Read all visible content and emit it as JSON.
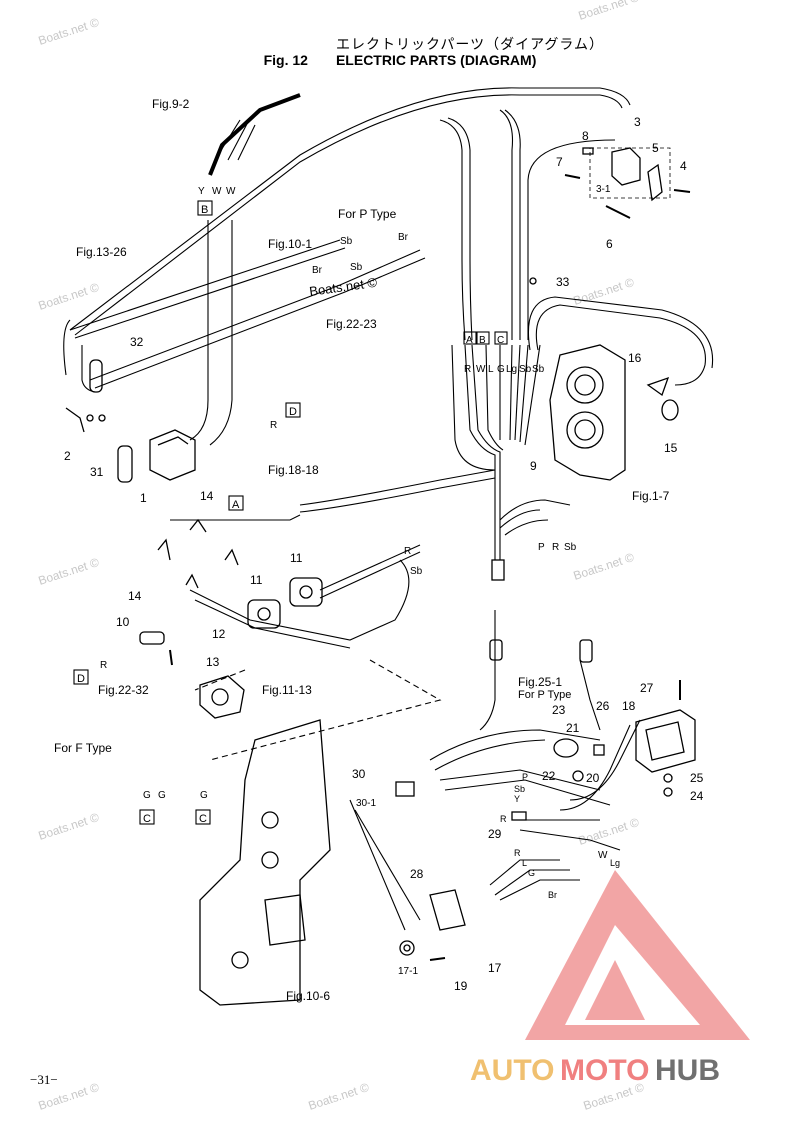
{
  "header": {
    "title_jp": "エレクトリックパーツ（ダイアグラム）",
    "fig_label": "Fig. 12",
    "title_en": "ELECTRIC PARTS (DIAGRAM)"
  },
  "page_number": "−31−",
  "watermarks": {
    "text": "Boats.net ©",
    "logo_auto": "AUTO",
    "logo_moto": "MOTO",
    "logo_hub": "HUB"
  },
  "references": [
    {
      "id": "ref-fig-9-2",
      "text": "Fig.9-2"
    },
    {
      "id": "ref-fig-13-26",
      "text": "Fig.13-26"
    },
    {
      "id": "ref-fig-10-1",
      "text": "Fig.10-1"
    },
    {
      "id": "ref-for-p-type-top",
      "text": "For P Type"
    },
    {
      "id": "ref-fig-22-23",
      "text": "Fig.22-23"
    },
    {
      "id": "ref-fig-18-18",
      "text": "Fig.18-18"
    },
    {
      "id": "ref-fig-1-7",
      "text": "Fig.1-7"
    },
    {
      "id": "ref-fig-22-32",
      "text": "Fig.22-32"
    },
    {
      "id": "ref-for-f-type",
      "text": "For F Type"
    },
    {
      "id": "ref-fig-11-13",
      "text": "Fig.11-13"
    },
    {
      "id": "ref-fig-25-1",
      "text": "Fig.25-1"
    },
    {
      "id": "ref-for-p-type-mid",
      "text": "For P Type"
    },
    {
      "id": "ref-fig-10-6",
      "text": "Fig.10-6"
    },
    {
      "id": "ref-boats-net-inline",
      "text": "Boats.net ©"
    }
  ],
  "part_numbers": [
    "1",
    "2",
    "3",
    "3-1",
    "4",
    "5",
    "6",
    "7",
    "8",
    "9",
    "10",
    "11",
    "11",
    "12",
    "13",
    "14",
    "14",
    "15",
    "16",
    "17",
    "17-1",
    "18",
    "19",
    "20",
    "21",
    "22",
    "23",
    "24",
    "25",
    "26",
    "27",
    "28",
    "29",
    "30",
    "30-1",
    "31",
    "32",
    "33"
  ],
  "wire_codes": {
    "top_ywW": [
      "Y",
      "W",
      "W"
    ],
    "sb": "Sb",
    "br": "Br",
    "r": "R",
    "harness_top": [
      "R",
      "W",
      "L",
      "G",
      "Lg",
      "Sb",
      "Sb"
    ],
    "harness_bottom": [
      "P",
      "R",
      "Sb"
    ],
    "g": "G",
    "panel": [
      "P",
      "Sb",
      "Y",
      "R",
      "R",
      "L",
      "G",
      "Br",
      "W",
      "Lg"
    ]
  },
  "connector_boxes": [
    "A",
    "B",
    "C",
    "D"
  ]
}
